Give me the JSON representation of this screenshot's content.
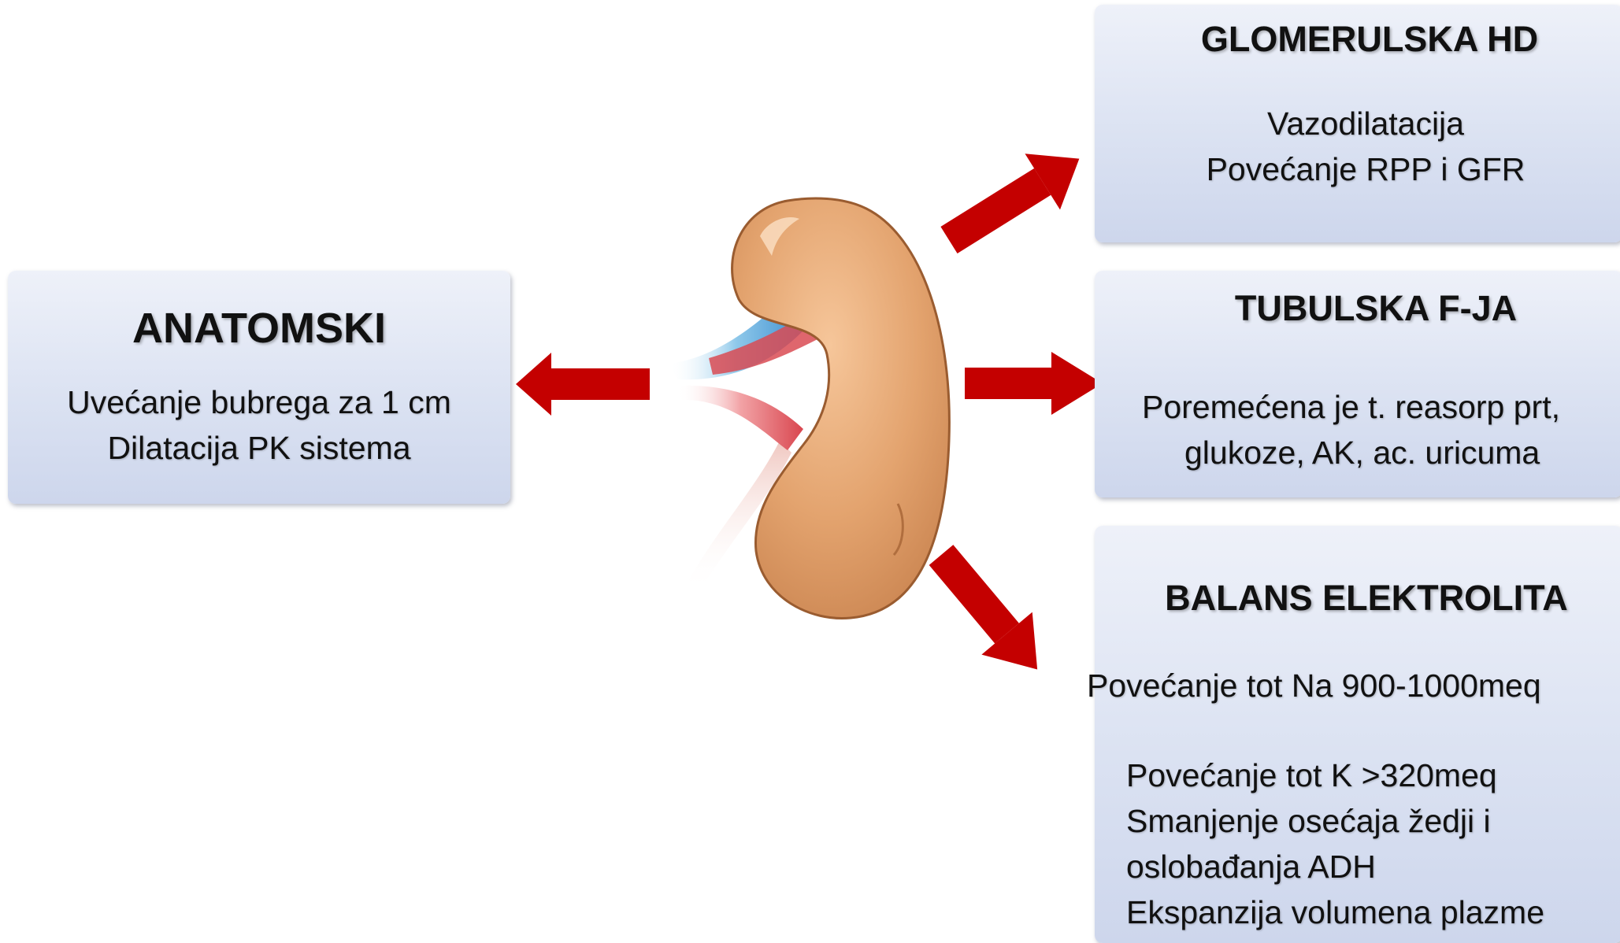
{
  "anatomski": {
    "title": "ANATOMSKI",
    "lines": [
      "Uvećanje bubrega za 1 cm",
      "Dilatacija PK sistema"
    ]
  },
  "glomerulska": {
    "title": "GLOMERULSKA HD",
    "lines": [
      "Vazodilatacija",
      "Povećanje RPP i GFR"
    ]
  },
  "tubulska": {
    "title": "TUBULSKA F-JA",
    "lines": [
      "Poremećena je t. reasorp prt,",
      "glukoze, AK, ac. uricuma"
    ]
  },
  "balans": {
    "title": "BALANS ELEKTROLITA",
    "lines": [
      "Povećanje tot Na 900-1000meq",
      "Povećanje tot K >320meq",
      "Smanjenje osećaja žedji i",
      "oslobađanja ADH",
      "Ekspanzija volumena plazme"
    ]
  },
  "colors": {
    "arrow": "#c40000",
    "kidney": "#e0a070",
    "box_top": "#eef1f9",
    "box_bottom": "#cdd6ec"
  },
  "icons": {
    "center": "kidney-icon"
  }
}
